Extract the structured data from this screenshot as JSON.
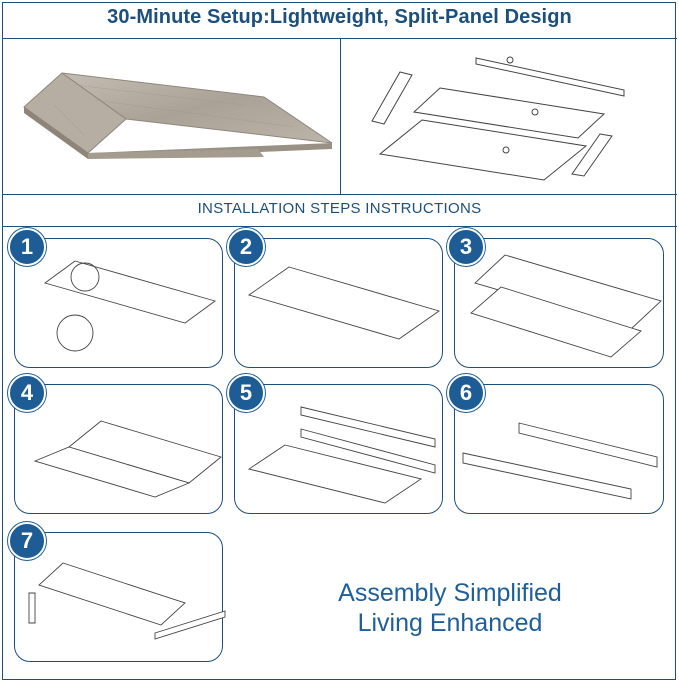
{
  "header": {
    "title": "30-Minute Setup:Lightweight, Split-Panel Design"
  },
  "section": {
    "title": "INSTALLATION STEPS INSTRUCTIONS"
  },
  "steps": [
    {
      "number": "1"
    },
    {
      "number": "2"
    },
    {
      "number": "3"
    },
    {
      "number": "4"
    },
    {
      "number": "5"
    },
    {
      "number": "6"
    },
    {
      "number": "7"
    }
  ],
  "slogan": {
    "line1": "Assembly Simplified",
    "line2": "Living Enhanced"
  },
  "colors": {
    "brand": "#1d4f7c",
    "badge": "#1d5c95",
    "wood": "#b3aba1"
  }
}
